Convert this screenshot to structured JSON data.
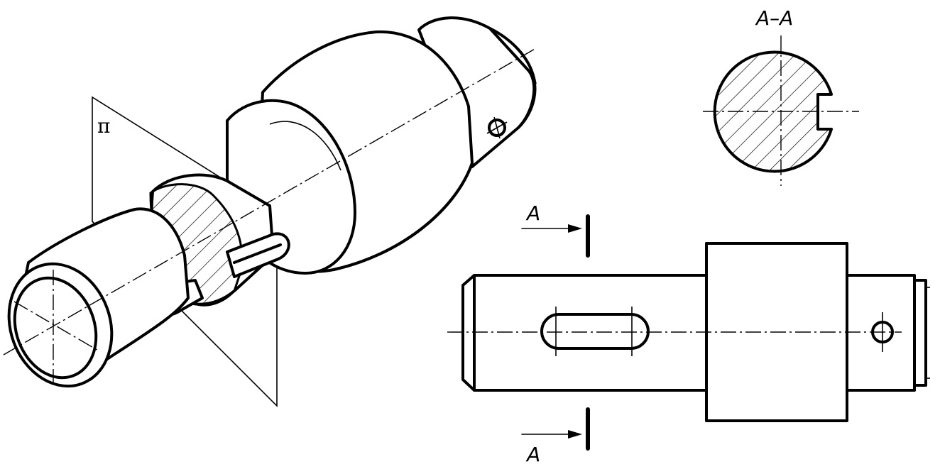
{
  "labels": {
    "plane": "π",
    "section_title": "A–A",
    "cut_top": "A",
    "cut_bottom": "A"
  }
}
